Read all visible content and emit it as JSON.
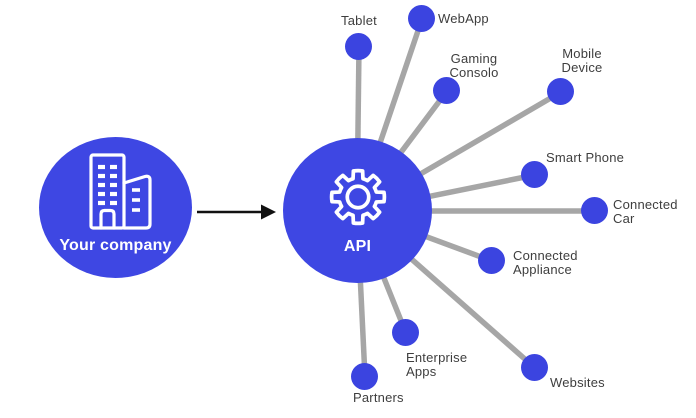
{
  "diagram": {
    "source_circle": {
      "label": "Your company",
      "icon": "building-icon"
    },
    "arrow": {
      "direction": "right",
      "icon": "arrow-right-icon"
    },
    "hub_circle": {
      "label": "API",
      "icon": "gear-icon"
    },
    "nodes": [
      {
        "id": "tablet",
        "label": "Tablet"
      },
      {
        "id": "webapp",
        "label": "WebApp"
      },
      {
        "id": "gaming-consolo",
        "label": "Gaming\nConsolo"
      },
      {
        "id": "mobile-device",
        "label": "Mobile\nDevice"
      },
      {
        "id": "smart-phone",
        "label": "Smart Phone"
      },
      {
        "id": "connected-car",
        "label": "Connected\nCar"
      },
      {
        "id": "connected-appliance",
        "label": "Connected\nAppliance"
      },
      {
        "id": "websites",
        "label": "Websites"
      },
      {
        "id": "enterprise-apps",
        "label": "Enterprise\nApps"
      },
      {
        "id": "partners",
        "label": "Partners"
      }
    ],
    "colors": {
      "circle_blue": "#3E47E3",
      "node_blue": "#3B44E0",
      "spoke_gray": "#A6A6A6",
      "label_gray": "#3E3E3E",
      "arrow_black": "#111111",
      "icon_white": "#FFFFFF"
    }
  }
}
